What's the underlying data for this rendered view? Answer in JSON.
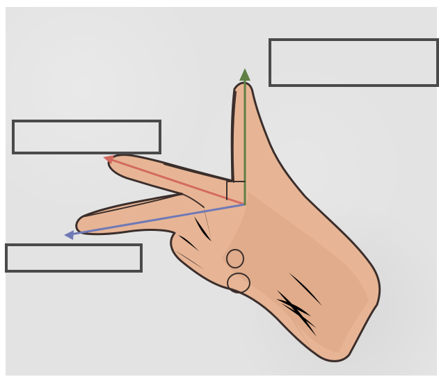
{
  "colors": {
    "paper": "#e3e3e3",
    "skin": "#e7b595",
    "skin_shadow": "#d59d7b",
    "outline": "#3b2e2b",
    "box_border": "#4a4a4a",
    "up_arrow": "#5f7f45",
    "red_arrow": "#d36a5f",
    "blue_arrow": "#6f79b7"
  },
  "labels": {
    "top_box": "",
    "middle_box": "",
    "bottom_box": ""
  },
  "vectors": {
    "up": {
      "color": "up_arrow"
    },
    "index": {
      "color": "red_arrow"
    },
    "middle": {
      "color": "blue_arrow"
    }
  }
}
